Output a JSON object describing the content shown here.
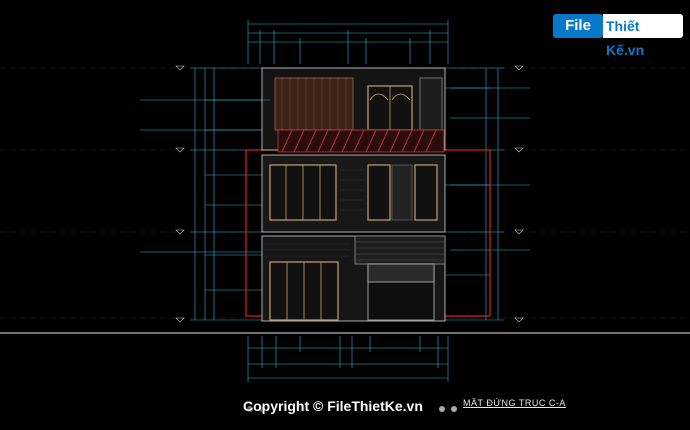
{
  "logo": {
    "box": "File",
    "text": "Thiết Kế.vn"
  },
  "copyright": "Copyright © FileThietKe.vn",
  "drawing_title": "MẶT ĐỨNG TRỤC C-A"
}
